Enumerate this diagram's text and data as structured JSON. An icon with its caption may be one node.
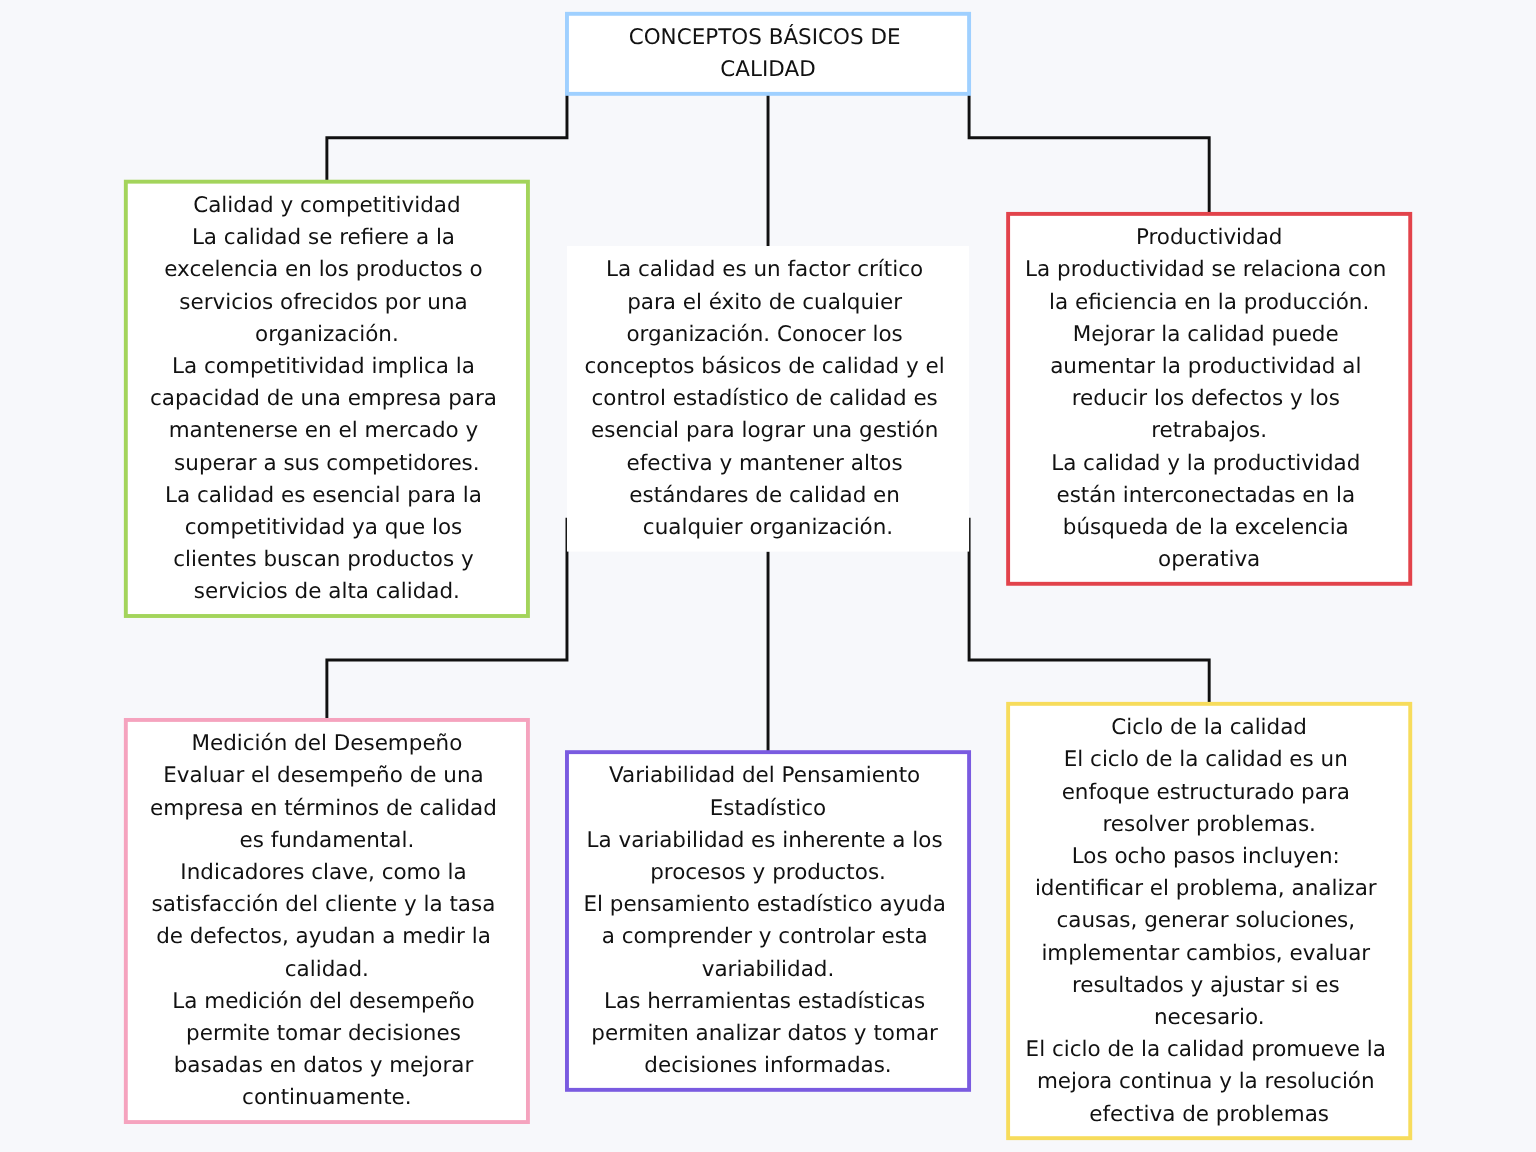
{
  "diagram": {
    "nodes": [
      {
        "text": [
          "CONCEPTOS BÁSICOS DE CALIDAD"
        ]
      },
      {
        "text": [
          "Calidad y competitividad",
          "La calidad se refiere a la excelencia en los productos o servicios ofrecidos por una organización.",
          "La competitividad implica la capacidad de una empresa para mantenerse en el mercado y superar a sus competidores.",
          "La calidad es esencial para la competitividad ya que los clientes buscan productos y servicios de alta calidad."
        ]
      },
      {
        "text": [
          "La calidad es un factor crítico para el éxito de cualquier organización. Conocer los conceptos básicos de calidad y el control estadístico de calidad es esencial para lograr una gestión efectiva y mantener altos estándares de calidad en cualquier organización."
        ]
      },
      {
        "text": [
          "Productividad",
          "La productividad se relaciona con la eficiencia en la producción.",
          "Mejorar la calidad puede aumentar la productividad al reducir los defectos y los retrabajos.",
          "La calidad y la productividad están interconectadas en la búsqueda de la excelencia operativa"
        ]
      },
      {
        "text": [
          "Medición del Desempeño",
          "Evaluar el desempeño de una empresa en términos de calidad es fundamental.",
          "Indicadores clave, como la satisfacción del cliente y la tasa de defectos, ayudan a medir la calidad.",
          "La medición del desempeño permite tomar decisiones basadas en datos y mejorar continuamente."
        ]
      },
      {
        "text": [
          "Variabilidad del Pensamiento Estadístico",
          "La variabilidad es inherente a los procesos y productos.",
          "El pensamiento estadístico ayuda a comprender y controlar esta variabilidad.",
          "Las herramientas estadísticas permiten analizar datos y tomar decisiones informadas."
        ]
      },
      {
        "text": [
          "Ciclo de la calidad",
          "El ciclo de la calidad es un enfoque estructurado para resolver problemas.",
          "Los ocho pasos incluyen: identificar el problema, analizar causas, generar soluciones, implementar cambios, evaluar resultados y ajustar si es necesario.",
          "El ciclo de la calidad promueve la mejora continua y la resolución efectiva de problemas"
        ]
      }
    ],
    "edges": [
      {
        "from": 0,
        "to": 1,
        "arrow": "none"
      },
      {
        "from": 0,
        "to": 2,
        "arrow": "none"
      },
      {
        "from": 0,
        "to": 3,
        "arrow": "none"
      },
      {
        "from": 2,
        "to": 4,
        "arrow": "none"
      },
      {
        "from": 2,
        "to": 5,
        "arrow": "none"
      },
      {
        "from": 2,
        "to": 6,
        "arrow": "none"
      }
    ]
  }
}
